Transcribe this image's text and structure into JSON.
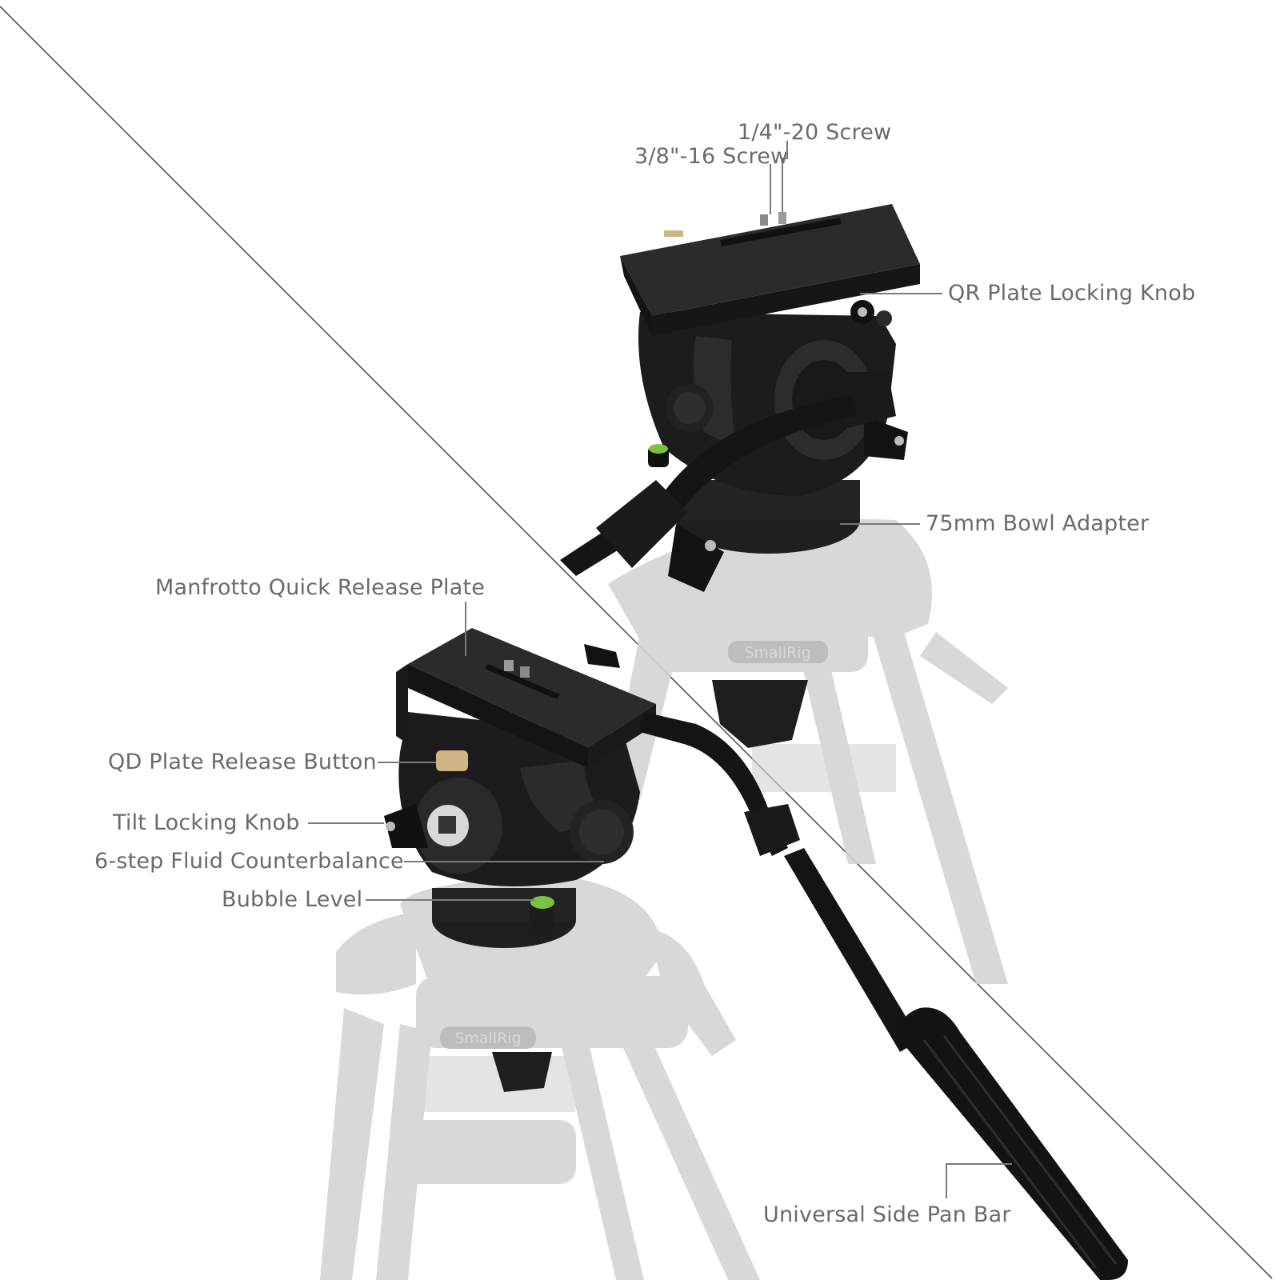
{
  "callouts": {
    "screw_quarter": "1/4\"-20 Screw",
    "screw_three_eighths": "3/8\"-16 Screw",
    "qr_plate_locking_knob": "QR Plate Locking Knob",
    "bowl_adapter": "75mm Bowl Adapter",
    "manfrotto_plate": "Manfrotto Quick Release Plate",
    "qd_release_button": "QD Plate Release Button",
    "tilt_locking_knob": "Tilt Locking Knob",
    "fluid_counterbalance": "6-step Fluid Counterbalance",
    "bubble_level": "Bubble Level",
    "side_pan_bar": "Universal Side Pan Bar"
  },
  "brand": {
    "logo_top": "SmallRig",
    "logo_bottom": "SmallRig"
  },
  "colors": {
    "head_body": "#1c1c1e",
    "head_highlight": "#3a3a3d",
    "tripod_ghost": "#cfcfcf",
    "callout_text": "#6a6a6a",
    "leader_line": "#7a7a7a",
    "bubble_green": "#7bc142",
    "brass_button": "#cfb484"
  }
}
